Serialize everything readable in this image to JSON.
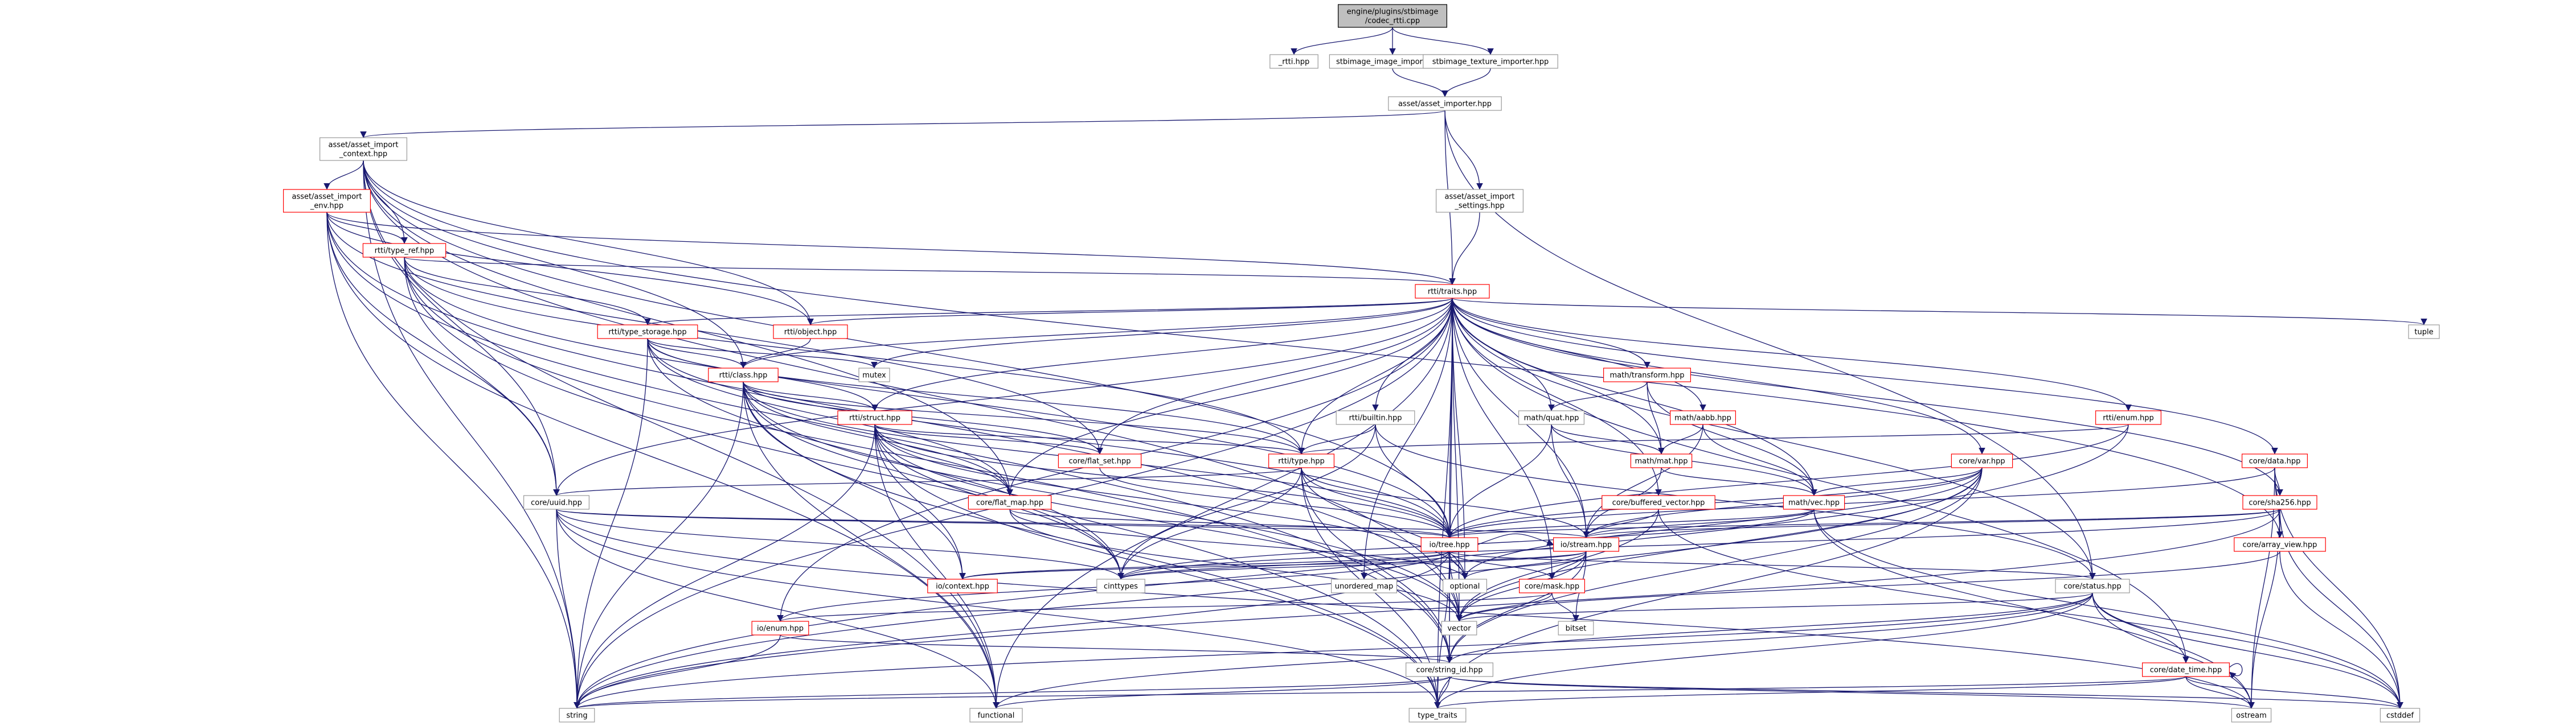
{
  "colors": {
    "edge": "#191970",
    "node_border_gray": "#999999",
    "node_border_red": "#ff0000",
    "node_fill": "#ffffff",
    "root_fill": "#bfbfbf",
    "root_border": "#000000"
  },
  "nodes": [
    {
      "id": "root",
      "lines": [
        "engine/plugins/stbimage",
        "/codec_rtti.cpp"
      ],
      "kind": "root"
    },
    {
      "id": "_rtti",
      "lines": [
        "_rtti.hpp"
      ],
      "kind": "gray"
    },
    {
      "id": "stb_img",
      "lines": [
        "stbimage_image_importer.hpp"
      ],
      "kind": "gray"
    },
    {
      "id": "stb_tex",
      "lines": [
        "stbimage_texture_importer.hpp"
      ],
      "kind": "gray"
    },
    {
      "id": "asset_importer",
      "lines": [
        "asset/asset_importer.hpp"
      ],
      "kind": "gray"
    },
    {
      "id": "asset_import_context",
      "lines": [
        "asset/asset_import",
        "_context.hpp"
      ],
      "kind": "gray"
    },
    {
      "id": "asset_import_env",
      "lines": [
        "asset/asset_import",
        "_env.hpp"
      ],
      "kind": "red"
    },
    {
      "id": "asset_import_settings",
      "lines": [
        "asset/asset_import",
        "_settings.hpp"
      ],
      "kind": "gray"
    },
    {
      "id": "type_ref",
      "lines": [
        "rtti/type_ref.hpp"
      ],
      "kind": "red"
    },
    {
      "id": "traits",
      "lines": [
        "rtti/traits.hpp"
      ],
      "kind": "red"
    },
    {
      "id": "type_storage",
      "lines": [
        "rtti/type_storage.hpp"
      ],
      "kind": "red"
    },
    {
      "id": "object",
      "lines": [
        "rtti/object.hpp"
      ],
      "kind": "red"
    },
    {
      "id": "mutex",
      "lines": [
        "mutex"
      ],
      "kind": "gray"
    },
    {
      "id": "class",
      "lines": [
        "rtti/class.hpp"
      ],
      "kind": "red"
    },
    {
      "id": "struct",
      "lines": [
        "rtti/struct.hpp"
      ],
      "kind": "red"
    },
    {
      "id": "builtin",
      "lines": [
        "rtti/builtin.hpp"
      ],
      "kind": "gray"
    },
    {
      "id": "quat",
      "lines": [
        "math/quat.hpp"
      ],
      "kind": "gray"
    },
    {
      "id": "transform",
      "lines": [
        "math/transform.hpp"
      ],
      "kind": "red"
    },
    {
      "id": "aabb",
      "lines": [
        "math/aabb.hpp"
      ],
      "kind": "red"
    },
    {
      "id": "rtti_enum",
      "lines": [
        "rtti/enum.hpp"
      ],
      "kind": "red"
    },
    {
      "id": "core_data",
      "lines": [
        "core/data.hpp"
      ],
      "kind": "red"
    },
    {
      "id": "tuple",
      "lines": [
        "tuple"
      ],
      "kind": "gray"
    },
    {
      "id": "flat_set",
      "lines": [
        "core/flat_set.hpp"
      ],
      "kind": "red"
    },
    {
      "id": "rtti_type",
      "lines": [
        "rtti/type.hpp"
      ],
      "kind": "red"
    },
    {
      "id": "mat",
      "lines": [
        "math/mat.hpp"
      ],
      "kind": "red"
    },
    {
      "id": "core_var",
      "lines": [
        "core/var.hpp"
      ],
      "kind": "red"
    },
    {
      "id": "vec",
      "lines": [
        "math/vec.hpp"
      ],
      "kind": "red"
    },
    {
      "id": "sha256",
      "lines": [
        "core/sha256.hpp"
      ],
      "kind": "red"
    },
    {
      "id": "uuid",
      "lines": [
        "core/uuid.hpp"
      ],
      "kind": "gray"
    },
    {
      "id": "flat_map",
      "lines": [
        "core/flat_map.hpp"
      ],
      "kind": "red"
    },
    {
      "id": "buffered_vector",
      "lines": [
        "core/buffered_vector.hpp"
      ],
      "kind": "red"
    },
    {
      "id": "io_tree",
      "lines": [
        "io/tree.hpp"
      ],
      "kind": "red"
    },
    {
      "id": "io_stream",
      "lines": [
        "io/stream.hpp"
      ],
      "kind": "red"
    },
    {
      "id": "array_view",
      "lines": [
        "core/array_view.hpp"
      ],
      "kind": "red"
    },
    {
      "id": "io_context",
      "lines": [
        "io/context.hpp"
      ],
      "kind": "red"
    },
    {
      "id": "cinttypes",
      "lines": [
        "cinttypes"
      ],
      "kind": "gray"
    },
    {
      "id": "unordered_map",
      "lines": [
        "unordered_map"
      ],
      "kind": "gray"
    },
    {
      "id": "optional",
      "lines": [
        "optional"
      ],
      "kind": "gray"
    },
    {
      "id": "mask",
      "lines": [
        "core/mask.hpp"
      ],
      "kind": "red"
    },
    {
      "id": "status",
      "lines": [
        "core/status.hpp"
      ],
      "kind": "gray"
    },
    {
      "id": "io_enum",
      "lines": [
        "io/enum.hpp"
      ],
      "kind": "red"
    },
    {
      "id": "bitset",
      "lines": [
        "bitset"
      ],
      "kind": "gray"
    },
    {
      "id": "vector",
      "lines": [
        "vector"
      ],
      "kind": "gray"
    },
    {
      "id": "string_id",
      "lines": [
        "core/string_id.hpp"
      ],
      "kind": "gray"
    },
    {
      "id": "date_time",
      "lines": [
        "core/date_time.hpp"
      ],
      "kind": "red"
    },
    {
      "id": "string",
      "lines": [
        "string"
      ],
      "kind": "gray"
    },
    {
      "id": "functional",
      "lines": [
        "functional"
      ],
      "kind": "gray"
    },
    {
      "id": "type_traits",
      "lines": [
        "type_traits"
      ],
      "kind": "gray"
    },
    {
      "id": "ostream",
      "lines": [
        "ostream"
      ],
      "kind": "gray"
    },
    {
      "id": "cstddef",
      "lines": [
        "cstddef"
      ],
      "kind": "gray"
    }
  ],
  "edges": [
    [
      "root",
      "_rtti"
    ],
    [
      "root",
      "stb_img"
    ],
    [
      "root",
      "stb_tex"
    ],
    [
      "stb_img",
      "asset_importer"
    ],
    [
      "stb_tex",
      "asset_importer"
    ],
    [
      "asset_importer",
      "asset_import_context"
    ],
    [
      "asset_importer",
      "asset_import_settings"
    ],
    [
      "asset_importer",
      "traits"
    ],
    [
      "asset_importer",
      "status"
    ],
    [
      "asset_import_context",
      "asset_import_env"
    ],
    [
      "asset_import_context",
      "type_ref"
    ],
    [
      "asset_import_context",
      "object"
    ],
    [
      "asset_import_context",
      "class"
    ],
    [
      "asset_import_context",
      "uuid"
    ],
    [
      "asset_import_context",
      "flat_map"
    ],
    [
      "asset_import_context",
      "string"
    ],
    [
      "asset_import_context",
      "vector"
    ],
    [
      "asset_import_context",
      "array_view"
    ],
    [
      "asset_import_context",
      "functional"
    ],
    [
      "asset_import_context",
      "io_tree"
    ],
    [
      "asset_import_env",
      "type_ref"
    ],
    [
      "asset_import_env",
      "traits"
    ],
    [
      "asset_import_env",
      "object"
    ],
    [
      "asset_import_env",
      "uuid"
    ],
    [
      "asset_import_env",
      "flat_set"
    ],
    [
      "asset_import_env",
      "string"
    ],
    [
      "asset_import_env",
      "string_id"
    ],
    [
      "asset_import_env",
      "vector"
    ],
    [
      "asset_import_env",
      "functional"
    ],
    [
      "asset_import_settings",
      "traits"
    ],
    [
      "type_ref",
      "traits"
    ],
    [
      "type_ref",
      "type_storage"
    ],
    [
      "type_ref",
      "rtti_type"
    ],
    [
      "type_ref",
      "uuid"
    ],
    [
      "type_ref",
      "io_tree"
    ],
    [
      "type_ref",
      "string_id"
    ],
    [
      "type_ref",
      "type_traits"
    ],
    [
      "traits",
      "type_storage"
    ],
    [
      "traits",
      "object"
    ],
    [
      "traits",
      "mutex"
    ],
    [
      "traits",
      "class"
    ],
    [
      "traits",
      "struct"
    ],
    [
      "traits",
      "builtin"
    ],
    [
      "traits",
      "quat"
    ],
    [
      "traits",
      "transform"
    ],
    [
      "traits",
      "aabb"
    ],
    [
      "traits",
      "rtti_enum"
    ],
    [
      "traits",
      "core_data"
    ],
    [
      "traits",
      "tuple"
    ],
    [
      "traits",
      "flat_set"
    ],
    [
      "traits",
      "rtti_type"
    ],
    [
      "traits",
      "mat"
    ],
    [
      "traits",
      "core_var"
    ],
    [
      "traits",
      "vec"
    ],
    [
      "traits",
      "sha256"
    ],
    [
      "traits",
      "uuid"
    ],
    [
      "traits",
      "flat_map"
    ],
    [
      "traits",
      "buffered_vector"
    ],
    [
      "traits",
      "io_tree"
    ],
    [
      "traits",
      "io_stream"
    ],
    [
      "traits",
      "status"
    ],
    [
      "traits",
      "string_id"
    ],
    [
      "traits",
      "date_time"
    ],
    [
      "traits",
      "io_enum"
    ],
    [
      "traits",
      "unordered_map"
    ],
    [
      "traits",
      "optional"
    ],
    [
      "traits",
      "vector"
    ],
    [
      "traits",
      "string"
    ],
    [
      "traits",
      "functional"
    ],
    [
      "traits",
      "type_traits"
    ],
    [
      "traits",
      "mask"
    ],
    [
      "type_storage",
      "class"
    ],
    [
      "type_storage",
      "mutex"
    ],
    [
      "type_storage",
      "rtti_type"
    ],
    [
      "type_storage",
      "struct"
    ],
    [
      "type_storage",
      "flat_map"
    ],
    [
      "type_storage",
      "io_tree"
    ],
    [
      "type_storage",
      "cinttypes"
    ],
    [
      "type_storage",
      "string"
    ],
    [
      "object",
      "class"
    ],
    [
      "class",
      "struct"
    ],
    [
      "class",
      "rtti_type"
    ],
    [
      "class",
      "flat_set"
    ],
    [
      "class",
      "flat_map"
    ],
    [
      "class",
      "io_tree"
    ],
    [
      "class",
      "io_context"
    ],
    [
      "class",
      "cinttypes"
    ],
    [
      "class",
      "string"
    ],
    [
      "class",
      "functional"
    ],
    [
      "class",
      "vector"
    ],
    [
      "class",
      "type_traits"
    ],
    [
      "struct",
      "rtti_type"
    ],
    [
      "struct",
      "flat_set"
    ],
    [
      "struct",
      "flat_map"
    ],
    [
      "struct",
      "io_tree"
    ],
    [
      "struct",
      "io_context"
    ],
    [
      "struct",
      "cinttypes"
    ],
    [
      "struct",
      "vector"
    ],
    [
      "struct",
      "string"
    ],
    [
      "struct",
      "type_traits"
    ],
    [
      "struct",
      "functional"
    ],
    [
      "struct",
      "optional"
    ],
    [
      "builtin",
      "rtti_type"
    ],
    [
      "builtin",
      "io_tree"
    ],
    [
      "builtin",
      "cinttypes"
    ],
    [
      "builtin",
      "status"
    ],
    [
      "quat",
      "mat"
    ],
    [
      "quat",
      "vec"
    ],
    [
      "quat",
      "io_tree"
    ],
    [
      "quat",
      "io_stream"
    ],
    [
      "transform",
      "quat"
    ],
    [
      "transform",
      "mat"
    ],
    [
      "transform",
      "vec"
    ],
    [
      "aabb",
      "mat"
    ],
    [
      "aabb",
      "vec"
    ],
    [
      "aabb",
      "io_stream"
    ],
    [
      "rtti_enum",
      "rtti_type"
    ],
    [
      "rtti_enum",
      "io_tree"
    ],
    [
      "rtti_enum",
      "string"
    ],
    [
      "core_data",
      "sha256"
    ],
    [
      "core_data",
      "array_view"
    ],
    [
      "core_data",
      "io_tree"
    ],
    [
      "core_data",
      "ostream"
    ],
    [
      "core_data",
      "cstddef"
    ],
    [
      "flat_set",
      "io_tree"
    ],
    [
      "rtti_type",
      "uuid"
    ],
    [
      "rtti_type",
      "io_tree"
    ],
    [
      "rtti_type",
      "io_stream"
    ],
    [
      "rtti_type",
      "cinttypes"
    ],
    [
      "rtti_type",
      "string_id"
    ],
    [
      "rtti_type",
      "optional"
    ],
    [
      "rtti_type",
      "type_traits"
    ],
    [
      "mat",
      "vec"
    ],
    [
      "mat",
      "io_stream"
    ],
    [
      "core_var",
      "vec"
    ],
    [
      "core_var",
      "io_tree"
    ],
    [
      "core_var",
      "io_stream"
    ],
    [
      "core_var",
      "optional"
    ],
    [
      "core_var",
      "string"
    ],
    [
      "core_var",
      "vector"
    ],
    [
      "core_var",
      "type_traits"
    ],
    [
      "core_var",
      "string_id"
    ],
    [
      "vec",
      "io_tree"
    ],
    [
      "vec",
      "io_stream"
    ],
    [
      "vec",
      "cinttypes"
    ],
    [
      "vec",
      "ostream"
    ],
    [
      "vec",
      "cstddef"
    ],
    [
      "sha256",
      "array_view"
    ],
    [
      "sha256",
      "io_tree"
    ],
    [
      "sha256",
      "io_stream"
    ],
    [
      "sha256",
      "string"
    ],
    [
      "sha256",
      "cstddef"
    ],
    [
      "sha256",
      "ostream"
    ],
    [
      "sha256",
      "cinttypes"
    ],
    [
      "uuid",
      "io_tree"
    ],
    [
      "uuid",
      "io_stream"
    ],
    [
      "uuid",
      "cinttypes"
    ],
    [
      "uuid",
      "string"
    ],
    [
      "uuid",
      "functional"
    ],
    [
      "uuid",
      "type_traits"
    ],
    [
      "uuid",
      "ostream"
    ],
    [
      "flat_map",
      "io_tree"
    ],
    [
      "flat_map",
      "vector"
    ],
    [
      "flat_map",
      "optional"
    ],
    [
      "buffered_vector",
      "io_stream"
    ],
    [
      "buffered_vector",
      "vector"
    ],
    [
      "buffered_vector",
      "cstddef"
    ],
    [
      "io_tree",
      "io_stream"
    ],
    [
      "io_tree",
      "io_context"
    ],
    [
      "io_tree",
      "cinttypes"
    ],
    [
      "io_tree",
      "unordered_map"
    ],
    [
      "io_tree",
      "optional"
    ],
    [
      "io_tree",
      "mask"
    ],
    [
      "io_tree",
      "status"
    ],
    [
      "io_tree",
      "io_enum"
    ],
    [
      "io_tree",
      "vector"
    ],
    [
      "io_tree",
      "string_id"
    ],
    [
      "io_tree",
      "type_traits"
    ],
    [
      "io_tree",
      "string"
    ],
    [
      "io_stream",
      "io_context"
    ],
    [
      "io_stream",
      "mask"
    ],
    [
      "io_stream",
      "bitset"
    ],
    [
      "io_stream",
      "vector"
    ],
    [
      "io_stream",
      "optional"
    ],
    [
      "io_stream",
      "string_id"
    ],
    [
      "io_stream",
      "cinttypes"
    ],
    [
      "array_view",
      "cstddef"
    ],
    [
      "array_view",
      "vector"
    ],
    [
      "mask",
      "vector"
    ],
    [
      "mask",
      "bitset"
    ],
    [
      "mask",
      "io_enum"
    ],
    [
      "status",
      "string_id"
    ],
    [
      "status",
      "date_time"
    ],
    [
      "status",
      "string"
    ],
    [
      "status",
      "functional"
    ],
    [
      "status",
      "type_traits"
    ],
    [
      "status",
      "ostream"
    ],
    [
      "status",
      "cstddef"
    ],
    [
      "status",
      "vector"
    ],
    [
      "io_enum",
      "string"
    ],
    [
      "io_enum",
      "string_id"
    ],
    [
      "string_id",
      "string"
    ],
    [
      "string_id",
      "functional"
    ],
    [
      "string_id",
      "type_traits"
    ],
    [
      "string_id",
      "ostream"
    ],
    [
      "string_id",
      "cstddef"
    ],
    [
      "date_time",
      "date_time"
    ],
    [
      "date_time",
      "string"
    ],
    [
      "date_time",
      "ostream"
    ],
    [
      "date_time",
      "cstddef"
    ],
    [
      "date_time",
      "type_traits"
    ]
  ]
}
